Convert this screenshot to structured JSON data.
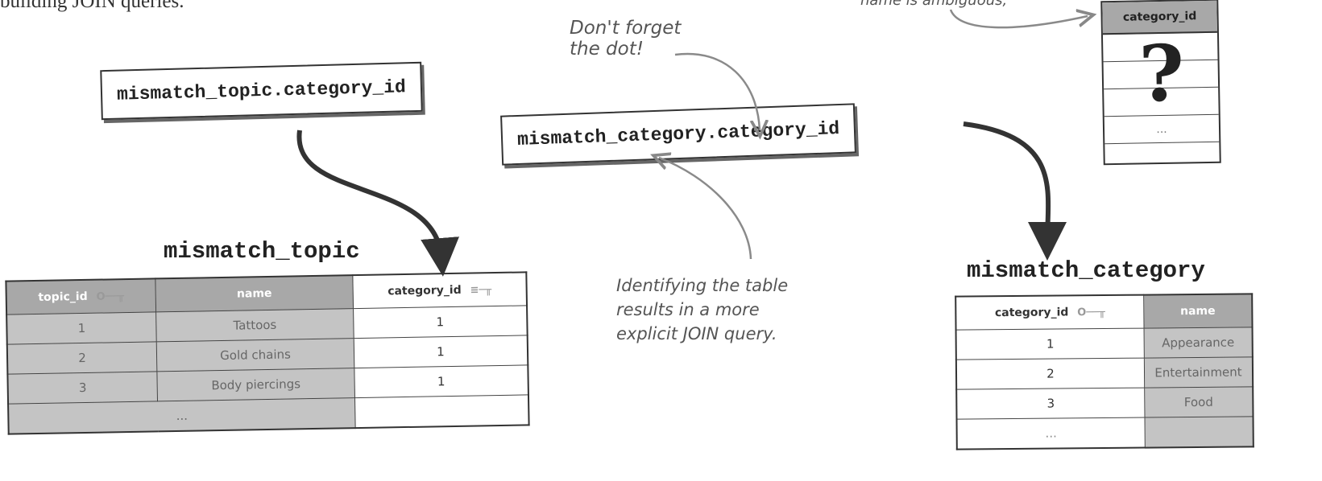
{
  "intro_text": "building JOIN queries.",
  "notes": {
    "top_right": "name is ambiguous,",
    "dot": [
      "Don't forget",
      "the dot!"
    ],
    "explicit": [
      "Identifying the table",
      "results in a more",
      "explicit JOIN query."
    ]
  },
  "code_cards": {
    "topic_ref": "mismatch_topic.category_id",
    "category_ref": "mismatch_category.category_id"
  },
  "ambiguous_box": {
    "header": "category_id",
    "symbol": "?",
    "ellipsis": "..."
  },
  "topic_table": {
    "title": "mismatch_topic",
    "headers": [
      "topic_id",
      "name",
      "category_id"
    ],
    "rows": [
      [
        "1",
        "Tattoos",
        "1"
      ],
      [
        "2",
        "Gold chains",
        "1"
      ],
      [
        "3",
        "Body piercings",
        "1"
      ]
    ],
    "ellipsis": "..."
  },
  "category_table": {
    "title": "mismatch_category",
    "headers": [
      "category_id",
      "name"
    ],
    "rows": [
      [
        "1",
        "Appearance"
      ],
      [
        "2",
        "Entertainment"
      ],
      [
        "3",
        "Food"
      ]
    ],
    "ellipsis": "..."
  },
  "icons": [
    "key-icon",
    "arrow-icon"
  ]
}
